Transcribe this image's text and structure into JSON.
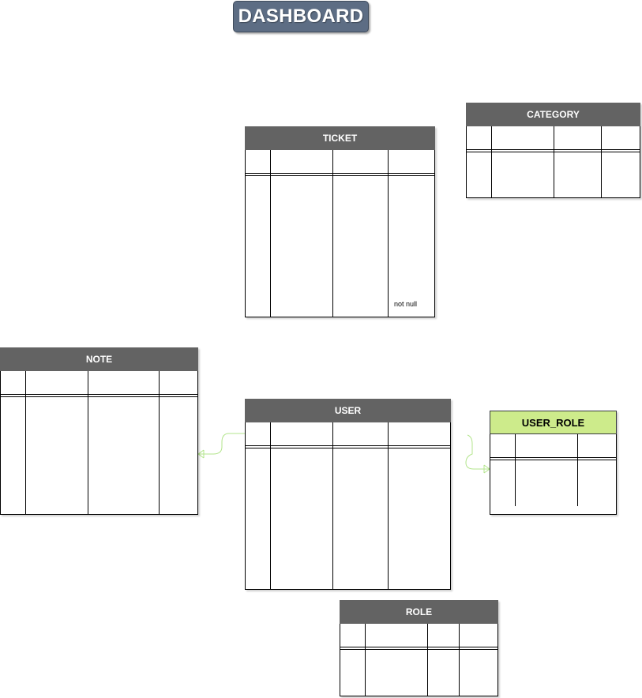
{
  "title": "DASHBOARD",
  "entities": {
    "ticket": {
      "name": "TICKET",
      "constraint_text": "not null"
    },
    "category": {
      "name": "CATEGORY"
    },
    "note": {
      "name": "NOTE"
    },
    "user": {
      "name": "USER"
    },
    "user_role": {
      "name": "USER_ROLE"
    },
    "role": {
      "name": "ROLE"
    }
  },
  "colors": {
    "header": "#636363",
    "header_highlight": "#cdeb8b",
    "title_badge": "#5d6d84",
    "connector": "#b3e58c"
  }
}
